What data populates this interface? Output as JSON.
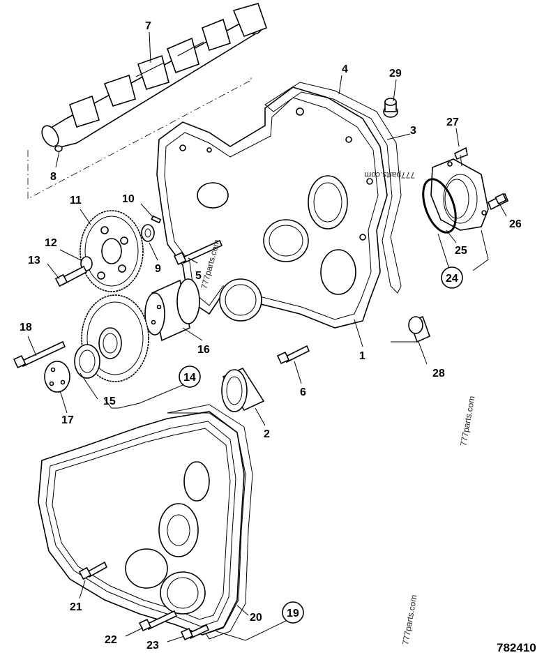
{
  "diagram": {
    "drawing_number": "782410",
    "watermarks": [
      "777parts.com",
      "777parts.com",
      "777parts.com",
      "777parts.com"
    ],
    "callouts": [
      "1",
      "2",
      "3",
      "4",
      "5",
      "6",
      "7",
      "8",
      "9",
      "10",
      "11",
      "12",
      "13",
      "15",
      "16",
      "17",
      "18",
      "20",
      "21",
      "22",
      "23",
      "25",
      "26",
      "27",
      "28",
      "29"
    ],
    "circled_callouts": [
      "14",
      "19",
      "24"
    ]
  }
}
